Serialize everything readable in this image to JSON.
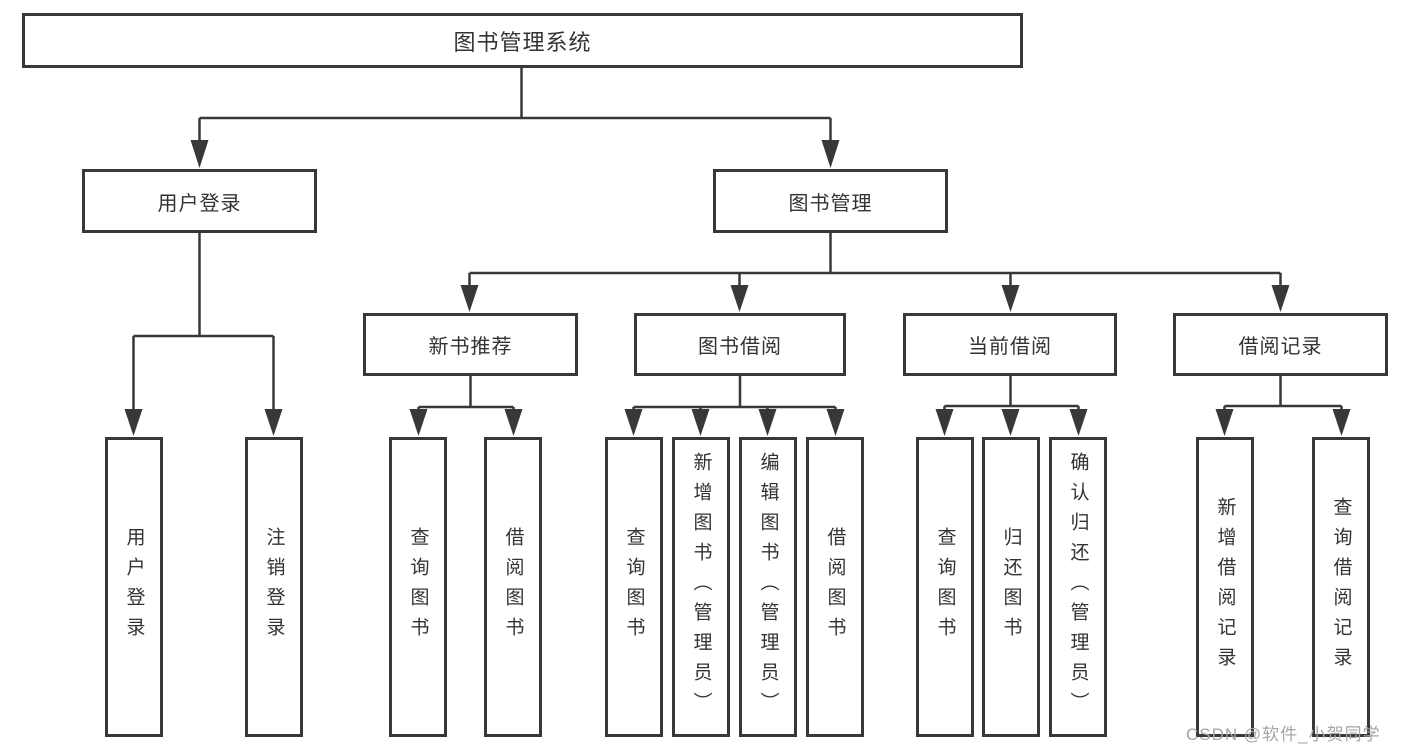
{
  "diagram": {
    "root": {
      "label": "图书管理系统"
    },
    "branches": [
      {
        "label": "用户登录",
        "children": [
          {
            "label": "用户登录"
          },
          {
            "label": "注销登录"
          }
        ]
      },
      {
        "label": "图书管理",
        "children": [
          {
            "label": "新书推荐",
            "children": [
              {
                "label": "查询图书"
              },
              {
                "label": "借阅图书"
              }
            ]
          },
          {
            "label": "图书借阅",
            "children": [
              {
                "label": "查询图书"
              },
              {
                "label": "新增图书（管理员）"
              },
              {
                "label": "编辑图书（管理员）"
              },
              {
                "label": "借阅图书"
              }
            ]
          },
          {
            "label": "当前借阅",
            "children": [
              {
                "label": "查询图书"
              },
              {
                "label": "归还图书"
              },
              {
                "label": "确认归还（管理员）"
              }
            ]
          },
          {
            "label": "借阅记录",
            "children": [
              {
                "label": "新增借阅记录"
              },
              {
                "label": "查询借阅记录"
              }
            ]
          }
        ]
      }
    ]
  },
  "watermark": {
    "text": "CSDN @软件_小贺同学"
  },
  "colors": {
    "line": "#383838",
    "box_border": "#383838",
    "text": "#333333",
    "background": "#ffffff",
    "watermark": "#a6a6a6"
  }
}
